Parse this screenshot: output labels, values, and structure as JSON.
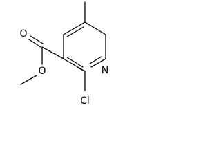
{
  "molecule": {
    "atom_labels": {
      "carbonyl_oxygen": "O",
      "ester_oxygen": "O",
      "ring_nitrogen": "N",
      "chlorine": "Cl"
    }
  },
  "colors": {
    "bond": "#000000",
    "label": "#000000",
    "background": "#ffffff"
  }
}
